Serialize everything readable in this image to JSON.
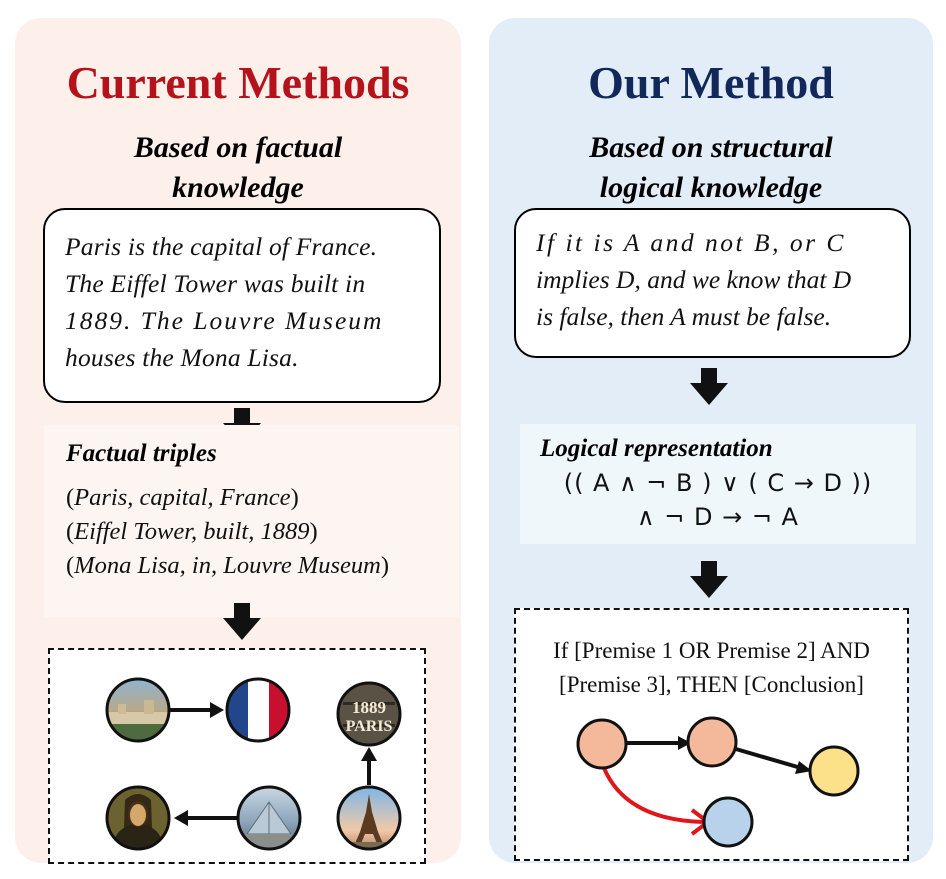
{
  "left": {
    "title": "Current Methods",
    "subtitle_line1": "Based on factual",
    "subtitle_line2": "knowledge",
    "text_lines": [
      "Paris is the capital of France.",
      "The Eiffel Tower was built in",
      "1889. The Louvre Museum",
      "houses the Mona Lisa."
    ],
    "repr_title": "Factual triples",
    "triples": [
      "Paris, capital, France",
      "Eiffel Tower, built, 1889",
      "Mona Lisa, in, Louvre Museum"
    ],
    "image_nodes": {
      "year_stamp_top": "1889",
      "year_stamp_bottom": "PARIS"
    }
  },
  "right": {
    "title": "Our Method",
    "subtitle_line1": "Based on structural",
    "subtitle_line2": "logical knowledge",
    "text_lines": [
      "If it is A and not B, or C",
      "implies D, and we know that D",
      "is false, then A must be false."
    ],
    "repr_title": "Logical representation",
    "formula_line1": "(( A ∧ ¬ B ) ∨ ( C → D ))",
    "formula_line2": "∧ ¬ D → ¬ A",
    "rule_line1": "If [Premise 1 OR Premise 2] AND",
    "rule_line2": "[Premise 3], THEN [Conclusion]"
  },
  "colors": {
    "left_title": "#b5121b",
    "right_title": "#12275a",
    "left_panel": "#fdf0ea",
    "right_panel": "#e3edf8",
    "node_orange": "#f4b89a",
    "node_yellow": "#fde08a",
    "node_blue": "#b7d2ea",
    "red_edge": "#e0161b"
  }
}
